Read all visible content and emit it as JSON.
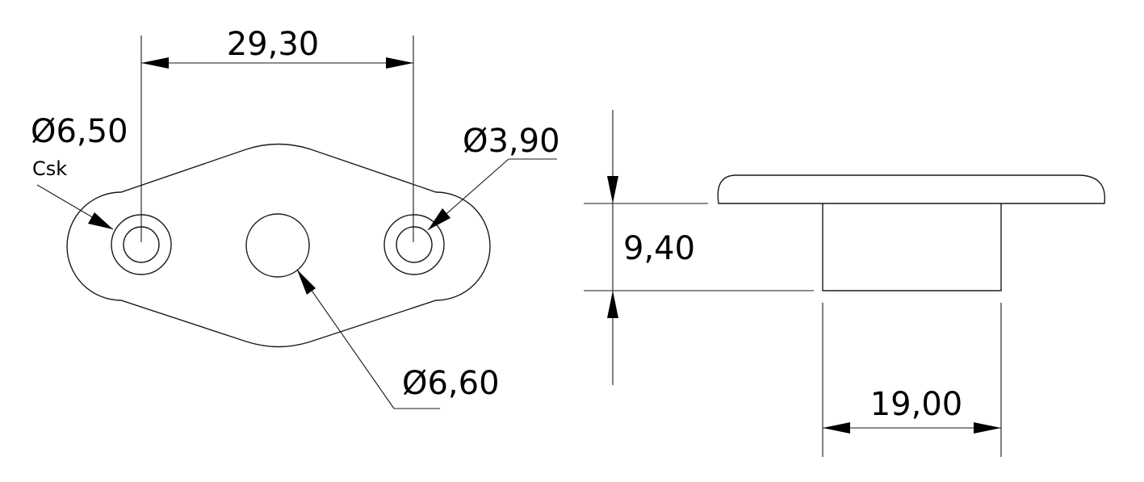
{
  "top_view": {
    "center_distance": "29,30",
    "csk_hole_diameter": "Ø6,50",
    "csk_note": "Csk",
    "small_hole_diameter": "Ø3,90",
    "center_hole_diameter": "Ø6,60"
  },
  "side_view": {
    "height": "9,40",
    "width": "19,00"
  }
}
